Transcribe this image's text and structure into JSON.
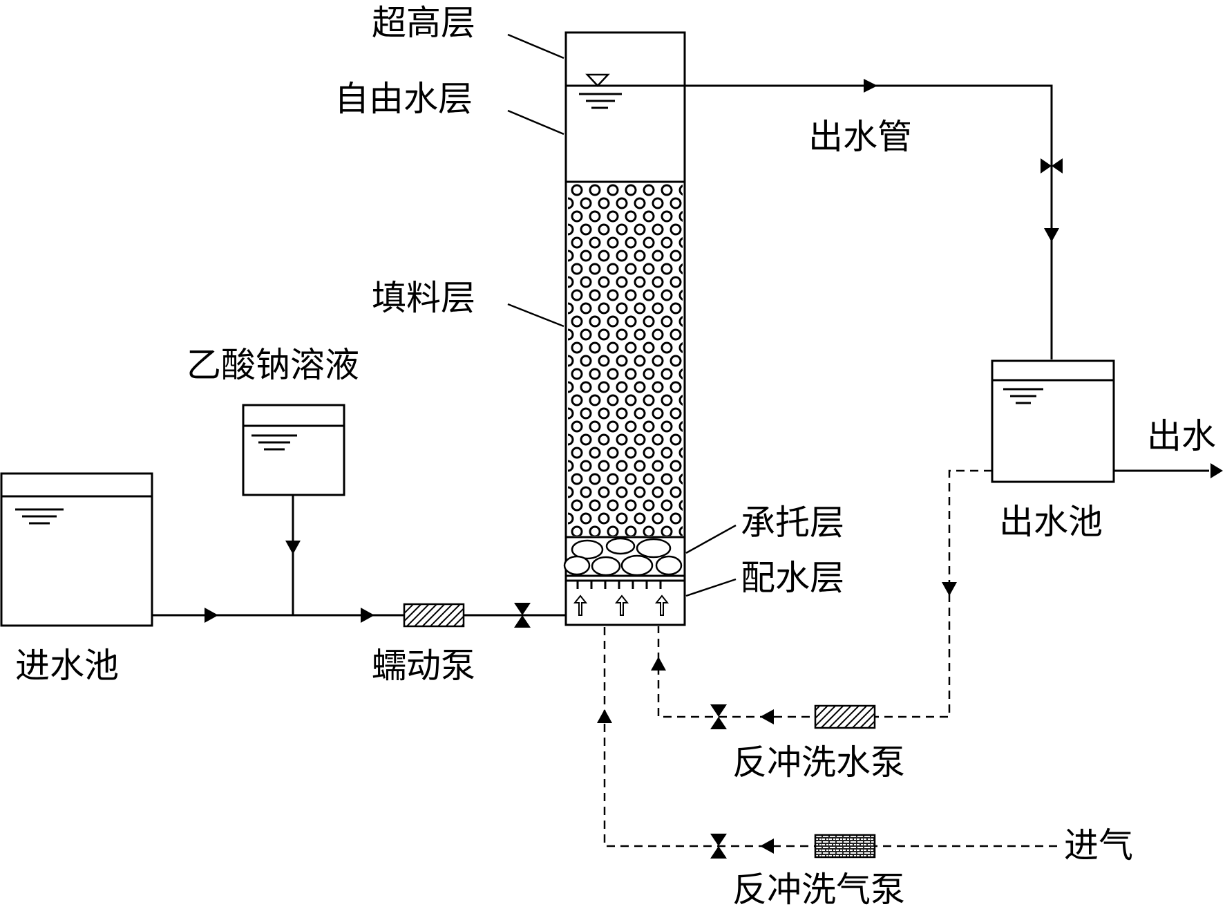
{
  "labels": {
    "super_high_layer": "超高层",
    "free_water_layer": "自由水层",
    "outlet_pipe": "出水管",
    "filler_layer": "填料层",
    "sodium_acetate_solution": "乙酸钠溶液",
    "outlet_water": "出水",
    "outlet_tank": "出水池",
    "support_layer": "承托层",
    "distribution_layer": "配水层",
    "inlet_tank": "进水池",
    "peristaltic_pump": "蠕动泵",
    "backwash_water_pump": "反冲洗水泵",
    "air_inlet": "进气",
    "backwash_air_pump": "反冲洗气泵"
  }
}
